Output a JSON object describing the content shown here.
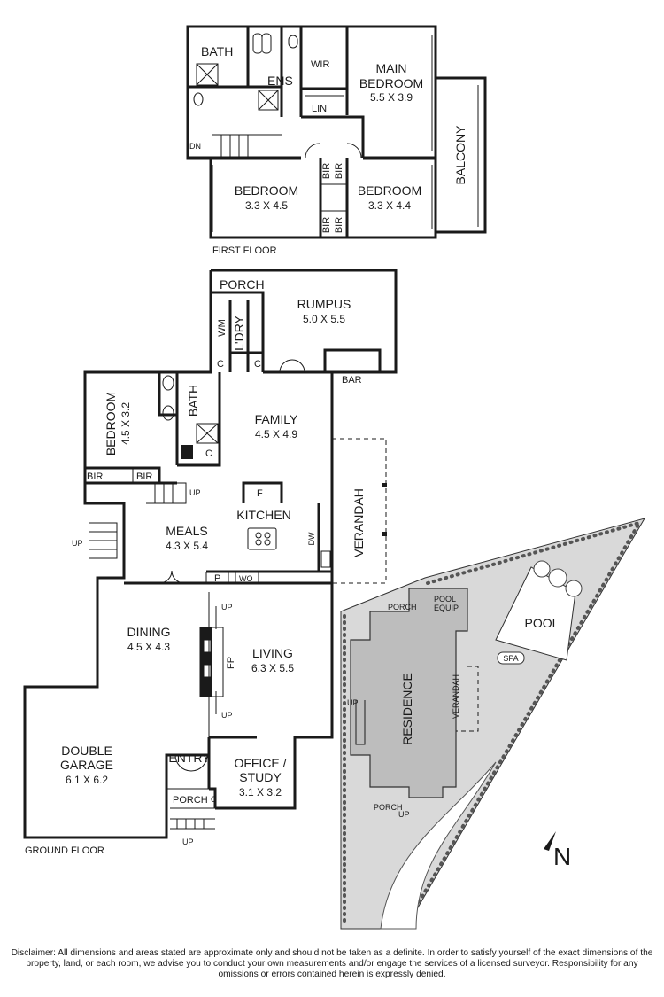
{
  "first_floor": {
    "label": "FIRST FLOOR",
    "rooms": {
      "bath": "BATH",
      "ens": "ENS",
      "wir": "WIR",
      "lin": "LIN",
      "main_bedroom_l1": "MAIN",
      "main_bedroom_l2": "BEDROOM",
      "main_bedroom_dim": "5.5 X 3.9",
      "balcony": "BALCONY",
      "bedroom_a": "BEDROOM",
      "bedroom_a_dim": "3.3 X 4.5",
      "bedroom_b": "BEDROOM",
      "bedroom_b_dim": "3.3 X 4.4",
      "bir": "BIR",
      "dn": "DN"
    }
  },
  "ground_floor": {
    "label": "GROUND FLOOR",
    "rooms": {
      "porch": "PORCH",
      "rumpus": "RUMPUS",
      "rumpus_dim": "5.0 X 5.5",
      "wm": "WM",
      "ldry": "L'DRY",
      "c": "C",
      "bar": "BAR",
      "bedroom": "BEDROOM",
      "bedroom_dim": "4.5 X 3.2",
      "bath": "BATH",
      "bir": "BIR",
      "family": "FAMILY",
      "family_dim": "4.5 X 4.9",
      "verandah": "VERANDAH",
      "up": "UP",
      "f": "F",
      "kitchen": "KITCHEN",
      "meals": "MEALS",
      "meals_dim": "4.3 X 5.4",
      "dw": "DW",
      "p": "P",
      "wo": "WO",
      "dining": "DINING",
      "dining_dim": "4.5 X 4.3",
      "living": "LIVING",
      "living_dim": "6.3 X 5.5",
      "fp": "FP",
      "double_garage_l1": "DOUBLE",
      "double_garage_l2": "GARAGE",
      "double_garage_dim": "6.1 X 6.2",
      "entry": "ENTRY",
      "office_l1": "OFFICE /",
      "office_l2": "STUDY",
      "office_dim": "3.1 X 3.2"
    }
  },
  "site_plan": {
    "porch": "PORCH",
    "pool_equip_l1": "POOL",
    "pool_equip_l2": "EQUIP",
    "pool": "POOL",
    "spa": "SPA",
    "residence": "RESIDENCE",
    "verandah": "VERANDAH",
    "up": "UP",
    "north": "N"
  },
  "disclaimer": "Disclaimer: All dimensions and areas stated are approximate only and should not be taken as a definite. In order to satisfy yourself of the exact dimensions of the property, land, or each room, we advise you to conduct your own measurements and/or engage the services of a licensed surveyor. Responsibility for any omissions or errors contained herein is expressly denied."
}
